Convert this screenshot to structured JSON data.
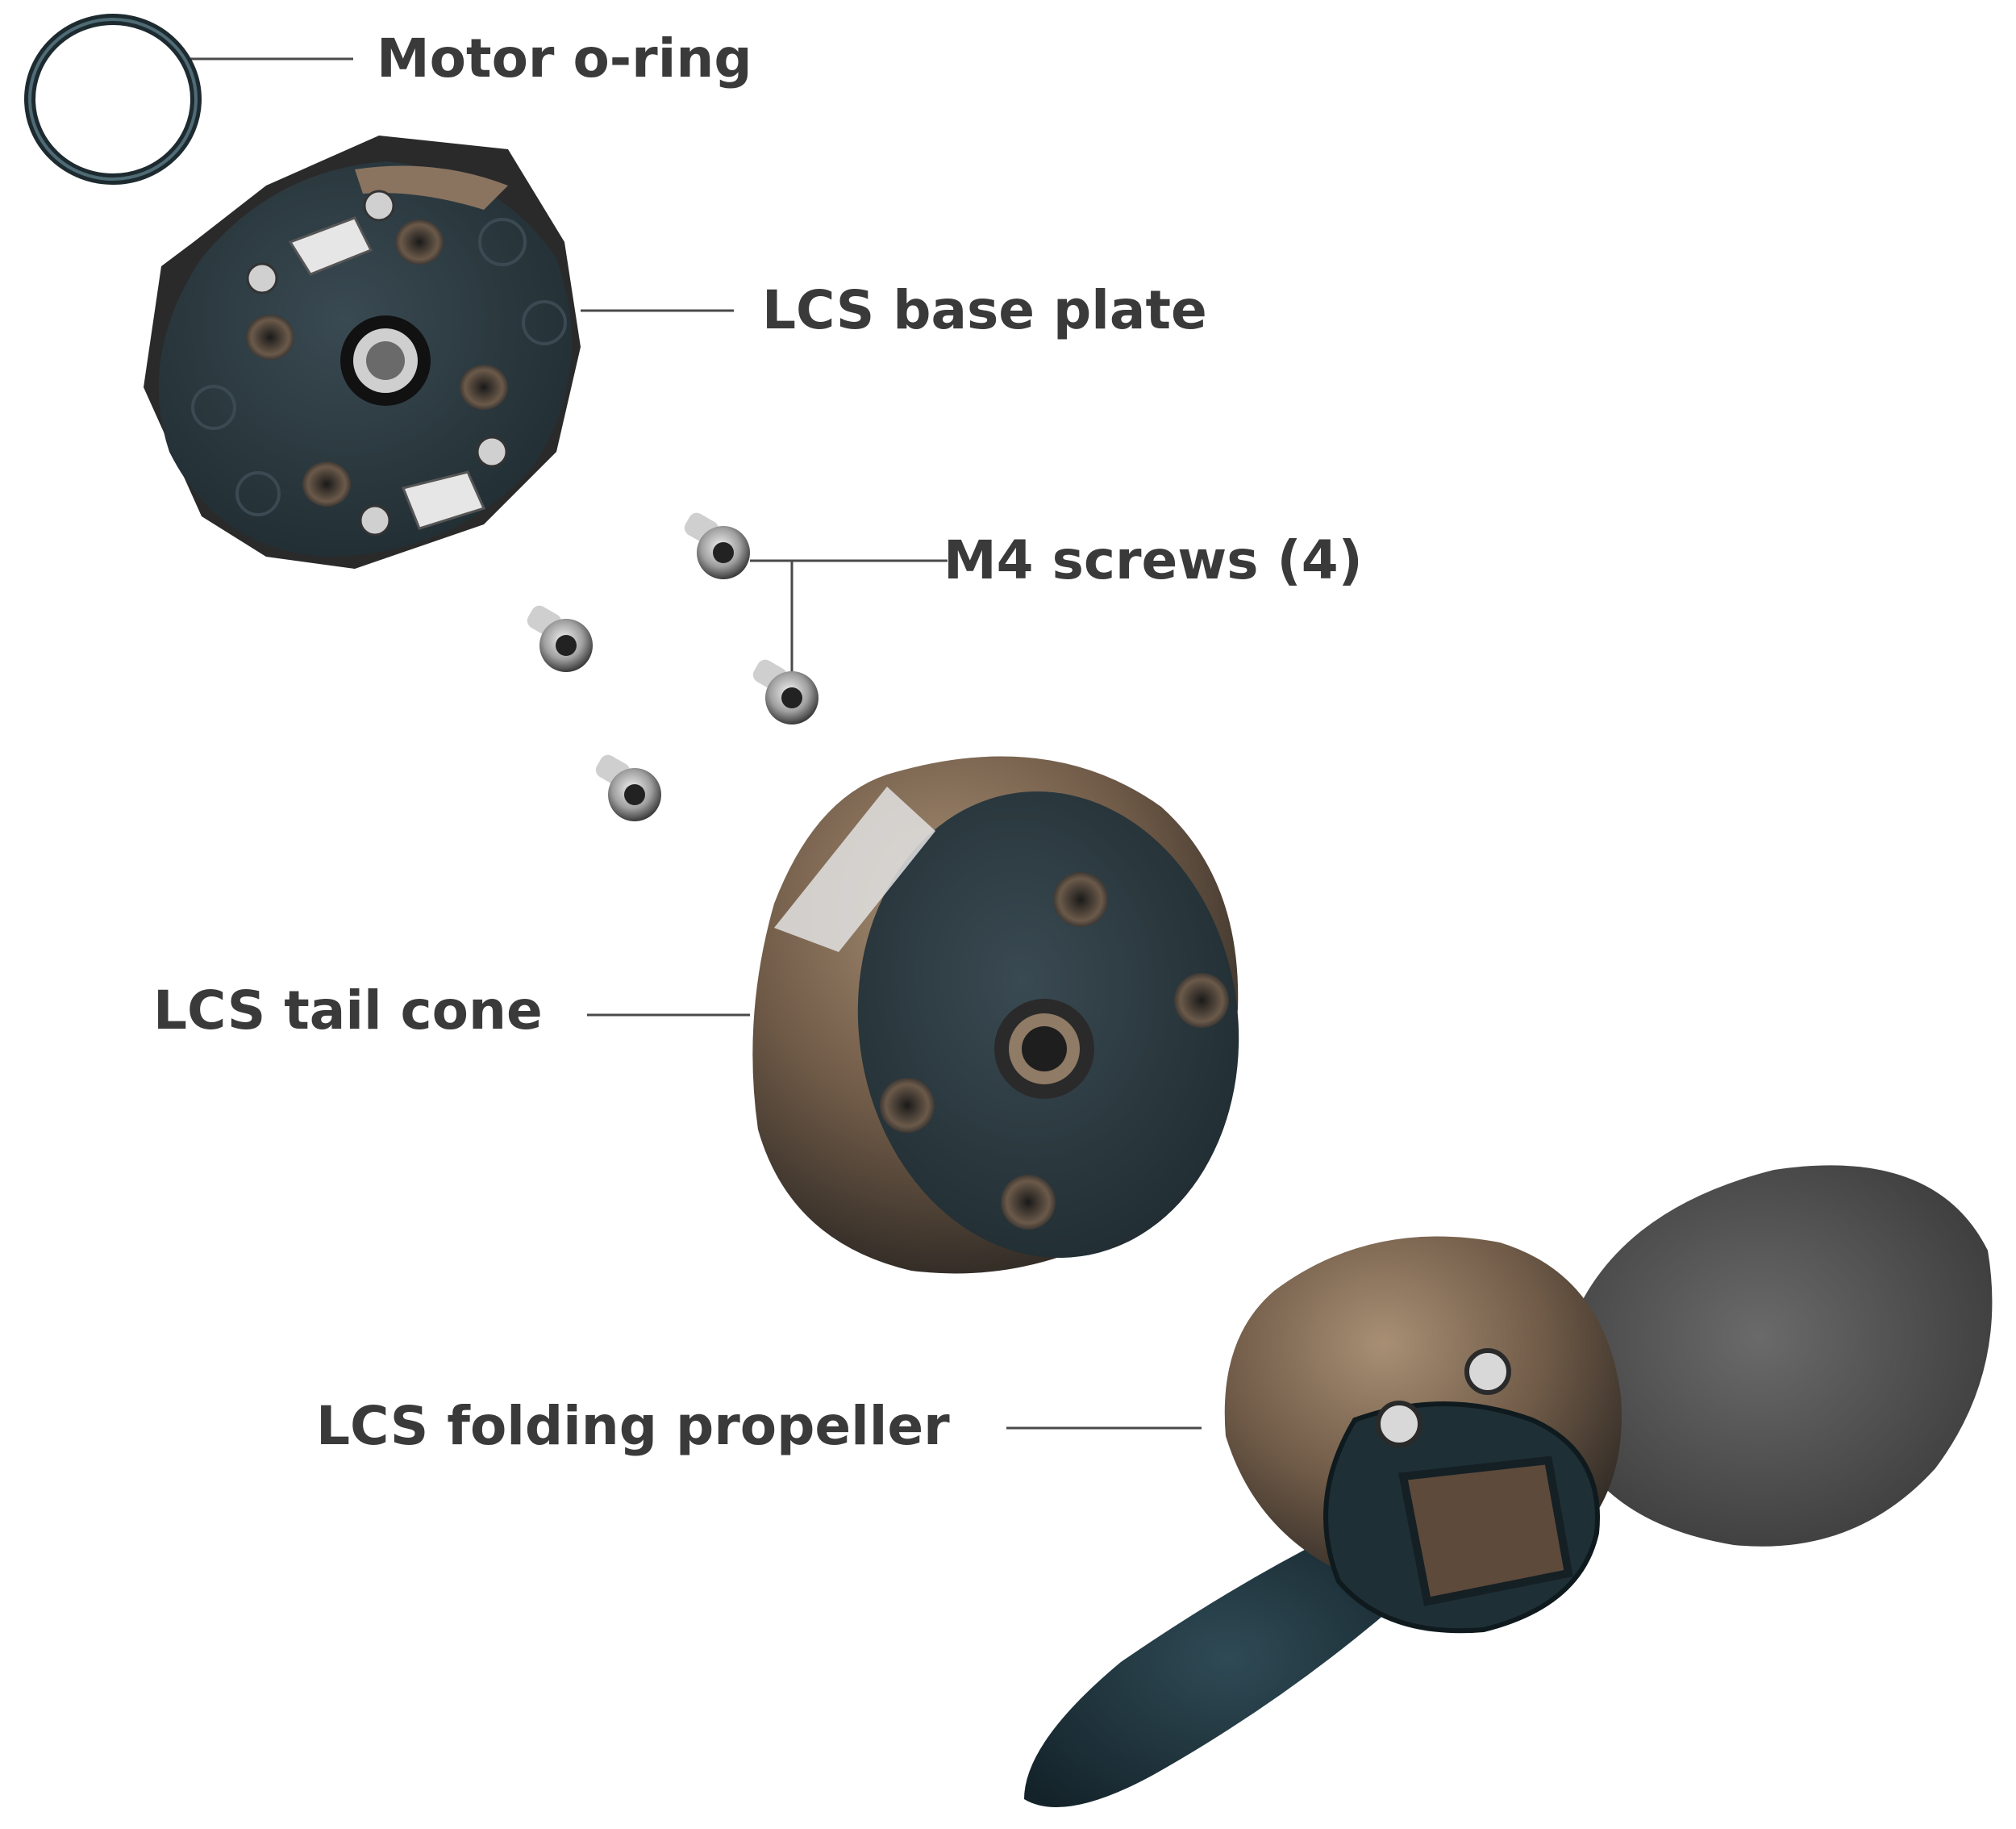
{
  "labels": {
    "oring": "Motor o-ring",
    "base_plate": "LCS base plate",
    "screws": "M4 screws (4)",
    "tail_cone": "LCS tail cone",
    "propeller": "LCS folding propeller"
  },
  "colors": {
    "label_text": "#3a3a3a",
    "leader_line": "#4a4a4a",
    "part_face": "#2b3a40",
    "part_body": "#8a7460",
    "part_edge": "#1c1c1c",
    "metal": "#d8d8d8"
  }
}
